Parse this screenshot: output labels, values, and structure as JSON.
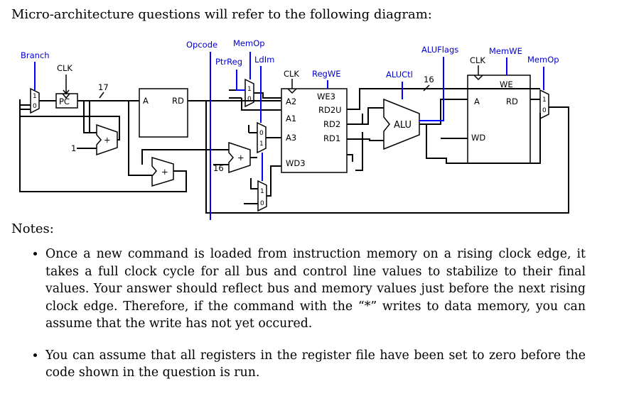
{
  "intro_text": "Micro-architecture questions will refer to the following diagram:",
  "diagram": {
    "control_signals": {
      "branch": "Branch",
      "opcode": "Opcode",
      "memop_top": "MemOp",
      "ptrreg": "PtrReg",
      "ldim": "LdIm",
      "regwe": "RegWE",
      "aluctl": "ALUCtl",
      "aluflags": "ALUFlags",
      "memwe": "MemWE",
      "memop_right": "MemOp"
    },
    "labels": {
      "clk_pc": "CLK",
      "pc": "PC",
      "bus17": "17",
      "one": "1",
      "plus": "+",
      "imem_a": "A",
      "imem_rd": "RD",
      "imm16": "16",
      "mux_1": "1",
      "mux_0": "0",
      "clk_rf": "CLK",
      "rf_a2": "A2",
      "rf_a1": "A1",
      "rf_a3": "A3",
      "rf_wd3": "WD3",
      "rf_we3": "WE3",
      "rf_rd2u": "RD2U",
      "rf_rd2": "RD2",
      "rf_rd1": "RD1",
      "alu": "ALU",
      "bus16": "16",
      "clk_dm": "CLK",
      "dm_we": "WE",
      "dm_a": "A",
      "dm_rd": "RD",
      "dm_wd": "WD"
    }
  },
  "notes_heading": "Notes:",
  "notes": [
    "Once a new command is loaded from instruction memory on a rising clock edge, it takes a full clock cycle for all bus and control line values to stabilize to their final values. Your answer should reflect bus and memory values just before the next rising clock edge. Therefore, if the command with the “*” writes to data memory, you can assume that the write has not yet occured.",
    "You can assume that all registers in the register file have been set to zero before the code shown in the question is run."
  ]
}
